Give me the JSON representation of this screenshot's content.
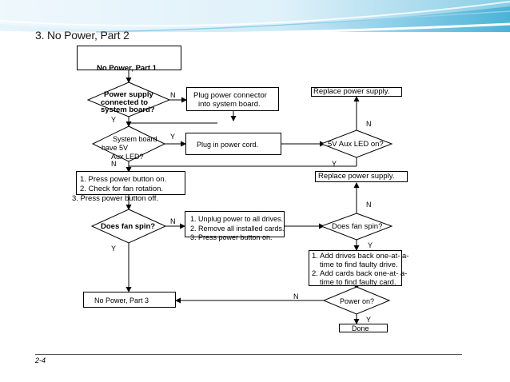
{
  "page": {
    "title": "3. No Power, Part 2",
    "page_number": "2-4"
  },
  "flowchart": {
    "start": "No Power, Part 1",
    "q_connector": [
      "Power supply",
      "connected to",
      "system board?"
    ],
    "a_plug_connector": [
      "Plug power connector",
      "into system board."
    ],
    "a_replace_power_supply_top": "Replace power supply.",
    "q_standby_led": [
      "System board",
      "have 5V",
      "Aux LED?"
    ],
    "a_plug_cord": "Plug in power cord.",
    "q_aux_led": "5V Aux LED on?",
    "a_replace_power_supply_mid": "Replace power supply.",
    "steps_power_button": [
      "1. Press power button on.",
      "2. Check for fan rotation.",
      "3. Press power button off."
    ],
    "q_fan_spin": "Does fan spin?",
    "steps_unplug": [
      "1. Unplug power to all drives.",
      "2. Remove all installed cards.",
      "3. Press power button on."
    ],
    "q_fan_spin_again": "Does fan spin?",
    "steps_add_back": [
      "1. Add drives back one-at- a-",
      "time to find faulty drive.",
      "2. Add cards back one-at- a-",
      "time to find faulty card."
    ],
    "end_part3": "No Power, Part 3",
    "q_power_on": "Power on?",
    "done": "Done",
    "labels": {
      "yes": "Y",
      "no": "N"
    }
  }
}
